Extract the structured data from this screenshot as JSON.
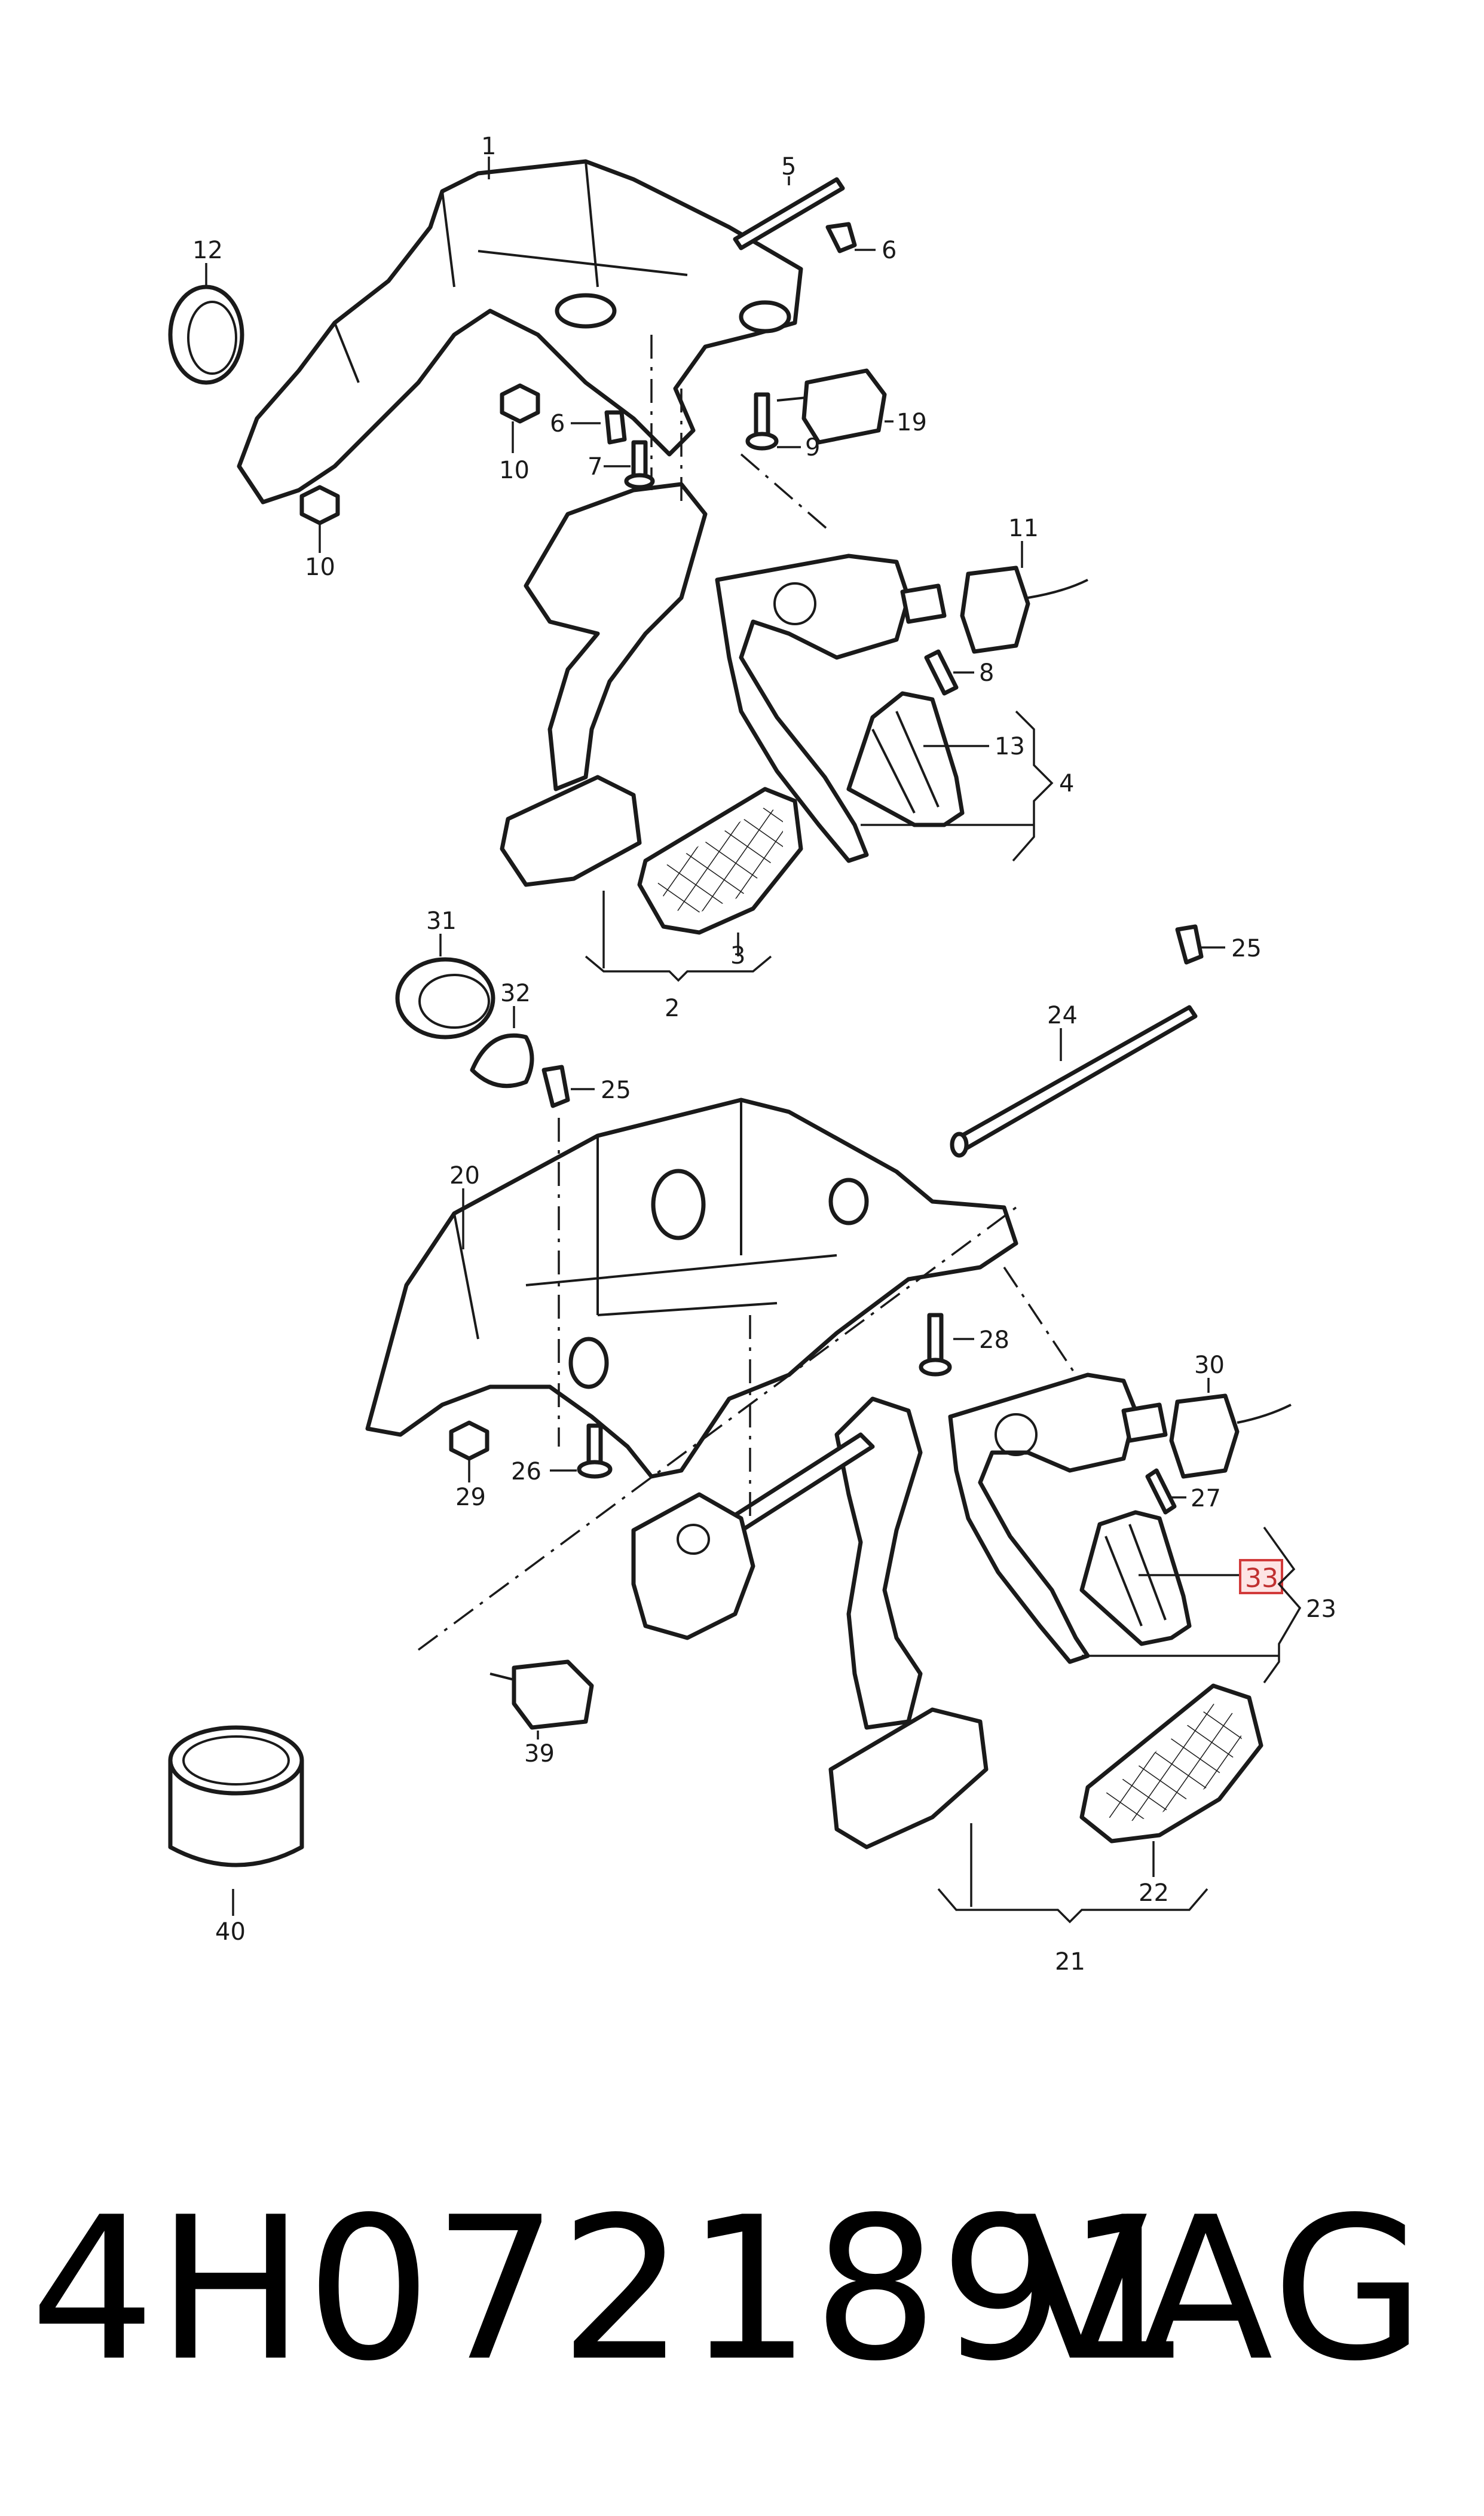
{
  "footer": {
    "part_number": "4H0721891",
    "brand": "VAG"
  },
  "callouts": [
    "1",
    "2",
    "3",
    "4",
    "5",
    "6",
    "6",
    "7",
    "8",
    "9",
    "10",
    "10",
    "11",
    "12",
    "13",
    "19",
    "20",
    "21",
    "22",
    "23",
    "24",
    "25",
    "25",
    "26",
    "27",
    "28",
    "29",
    "30",
    "31",
    "32",
    "33",
    "39",
    "40"
  ],
  "highlight": {
    "label": "33",
    "color": "#d23a3a"
  },
  "colors": {
    "line": "#1a1a1a",
    "background": "#ffffff"
  }
}
